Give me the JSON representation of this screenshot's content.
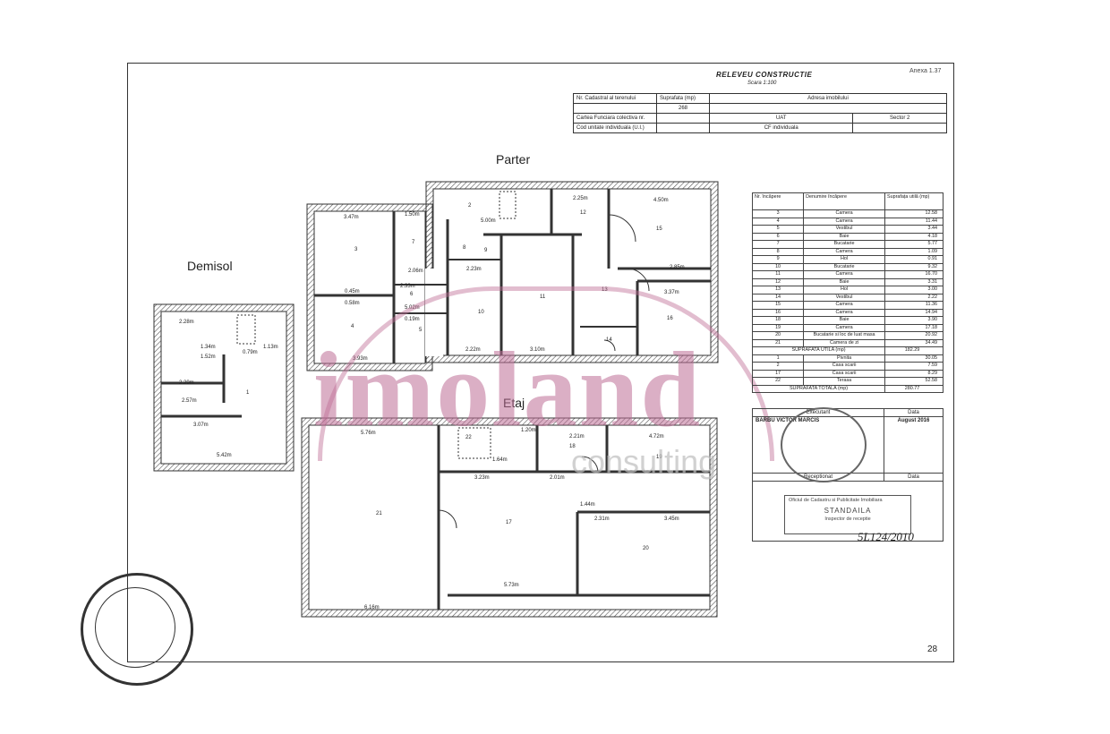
{
  "header": {
    "annex": "Anexa 1.37",
    "title": "RELEVEU CONSTRUCTIE",
    "scale": "Scara 1:100",
    "table": {
      "r1c1": "Nr. Cadastral al terenului",
      "r1c2": "Suprafata (mp)",
      "r1c3": "Adresa imobilului",
      "r2c2": "268",
      "r3c1": "Cartea Funciara colectiva nr.",
      "r3c3": "UAT",
      "r3c4": "Sector 2",
      "r4c1": "Cod unitate individuala (U.I.)",
      "r4c3": "CF individuala"
    }
  },
  "plans": {
    "parter": "Parter",
    "demisol": "Demisol",
    "etaj": "Etaj",
    "dims": [
      "3.47m",
      "1.50m",
      "5.00m",
      "2.25m",
      "4.50m",
      "2.85m",
      "3.37m",
      "2.33m",
      "2.23m",
      "3.10m",
      "3.93m",
      "0.45m",
      "0.58m",
      "2.06m",
      "5.02m",
      "0.19m",
      "2.22m",
      "2.28m",
      "1.34m",
      "1.52m",
      "2.29m",
      "2.57m",
      "3.07m",
      "5.42m",
      "5.76m",
      "1.20m",
      "2.21m",
      "4.72m",
      "3.23m",
      "2.01m",
      "1.44m",
      "2.31m",
      "3.45m",
      "5.73m",
      "6.16m",
      "1.64m",
      "0.79m",
      "1.13m"
    ],
    "room_numbers": [
      "3",
      "4",
      "5",
      "6",
      "7",
      "8",
      "9",
      "10",
      "11",
      "12",
      "13",
      "14",
      "15",
      "16",
      "18",
      "19",
      "20",
      "21",
      "1",
      "2",
      "17",
      "22"
    ]
  },
  "rooms_table": {
    "h1": "Nr. încăpere",
    "h2": "Denumire încăpere",
    "h3": "Suprafața utilă (mp)",
    "rows": [
      {
        "nr": "3",
        "name": "Camera",
        "area": "12.58"
      },
      {
        "nr": "4",
        "name": "Camera",
        "area": "11.44"
      },
      {
        "nr": "5",
        "name": "Vestibul",
        "area": "3.44"
      },
      {
        "nr": "6",
        "name": "Baie",
        "area": "4.18"
      },
      {
        "nr": "7",
        "name": "Bucatarie",
        "area": "5.77"
      },
      {
        "nr": "8",
        "name": "Camera",
        "area": "1.09"
      },
      {
        "nr": "9",
        "name": "Hol",
        "area": "0.91"
      },
      {
        "nr": "10",
        "name": "Bucatarie",
        "area": "9.32"
      },
      {
        "nr": "11",
        "name": "Camera",
        "area": "16.70"
      },
      {
        "nr": "12",
        "name": "Baie",
        "area": "3.31"
      },
      {
        "nr": "13",
        "name": "Hol",
        "area": "3.00"
      },
      {
        "nr": "14",
        "name": "Vestibul",
        "area": "2.22"
      },
      {
        "nr": "15",
        "name": "Camera",
        "area": "11.36"
      },
      {
        "nr": "16",
        "name": "Camera",
        "area": "14.94"
      },
      {
        "nr": "18",
        "name": "Baie",
        "area": "3.90"
      },
      {
        "nr": "19",
        "name": "Camera",
        "area": "17.18"
      },
      {
        "nr": "20",
        "name": "Bucatarie si loc de luat masa",
        "area": "20.92"
      },
      {
        "nr": "21",
        "name": "Camera de zi",
        "area": "34.49"
      }
    ],
    "su_label": "SUPRAFATA UTILA (mp)",
    "su_value": "182.29",
    "extra_rows": [
      {
        "nr": "1",
        "name": "Pivnita",
        "area": "30.05"
      },
      {
        "nr": "2",
        "name": "Casa scarii",
        "area": "7.59"
      },
      {
        "nr": "17",
        "name": "Casa scarii",
        "area": "8.29"
      },
      {
        "nr": "22",
        "name": "Terasa",
        "area": "52.58"
      }
    ],
    "st_label": "SUPRAFATA TOTALA (mp)",
    "st_value": "280.77"
  },
  "signatures": {
    "executant": "Executant",
    "data": "Data",
    "name": "BARBU VICTOR MARCIS",
    "date": "August 2016",
    "receptionat": "Receptionat",
    "data2": "Data",
    "stamp_line1": "Oficiul de Cadastru si Publicitate Imobiliara",
    "stamp_line2": "STANDAILA",
    "stamp_line3": "Inspector de receptie",
    "handwriting": "5L124/2010"
  },
  "watermark": {
    "main": "imoland",
    "sub": "consulting"
  },
  "page_number": "28",
  "colors": {
    "wall": "#444444",
    "watermark": "#be6e96"
  }
}
